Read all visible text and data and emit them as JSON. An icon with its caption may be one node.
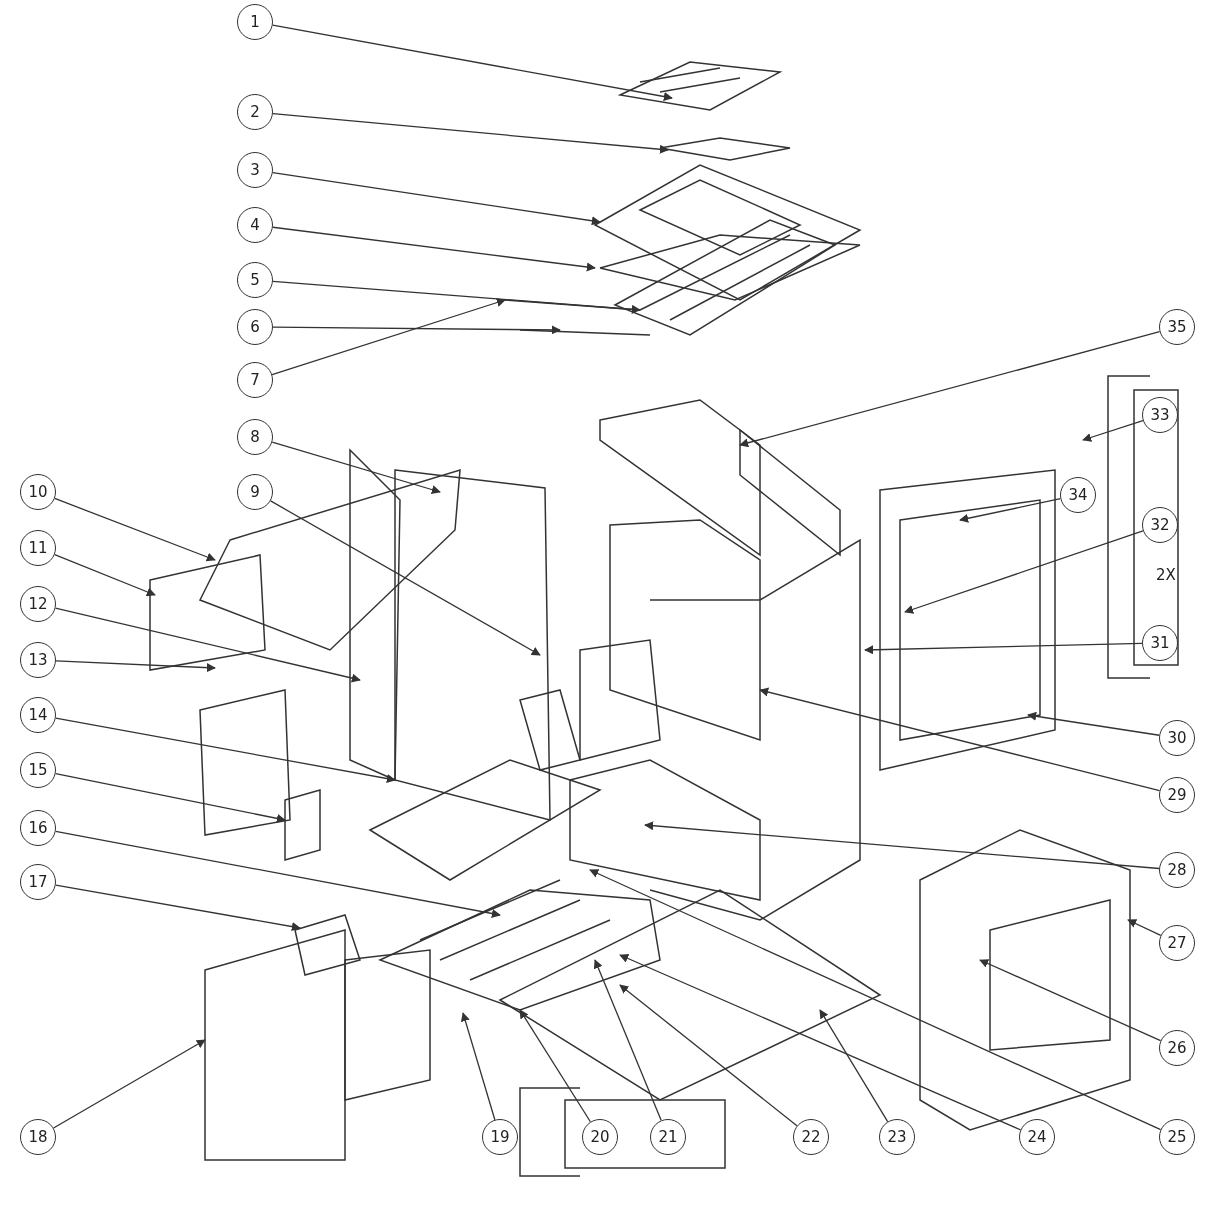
{
  "diagram": {
    "nodes": [
      {
        "text": [
          "1"
        ]
      },
      {
        "text": [
          "2"
        ]
      },
      {
        "text": [
          "3"
        ]
      },
      {
        "text": [
          "4"
        ]
      },
      {
        "text": [
          "5"
        ]
      },
      {
        "text": [
          "6"
        ]
      },
      {
        "text": [
          "7"
        ]
      },
      {
        "text": [
          "8"
        ]
      },
      {
        "text": [
          "9"
        ]
      },
      {
        "text": [
          "10"
        ]
      },
      {
        "text": [
          "11"
        ]
      },
      {
        "text": [
          "12"
        ]
      },
      {
        "text": [
          "13"
        ]
      },
      {
        "text": [
          "14"
        ]
      },
      {
        "text": [
          "15"
        ]
      },
      {
        "text": [
          "16"
        ]
      },
      {
        "text": [
          "17"
        ]
      },
      {
        "text": [
          "18"
        ]
      },
      {
        "text": [
          "19"
        ]
      },
      {
        "text": [
          "20"
        ]
      },
      {
        "text": [
          "21"
        ]
      },
      {
        "text": [
          "22"
        ]
      },
      {
        "text": [
          "23"
        ]
      },
      {
        "text": [
          "24"
        ]
      },
      {
        "text": [
          "25"
        ]
      },
      {
        "text": [
          "26"
        ]
      },
      {
        "text": [
          "27"
        ]
      },
      {
        "text": [
          "28"
        ]
      },
      {
        "text": [
          "29"
        ]
      },
      {
        "text": [
          "30"
        ]
      },
      {
        "text": [
          "31"
        ]
      },
      {
        "text": [
          "32"
        ]
      },
      {
        "text": [
          "33"
        ]
      },
      {
        "text": [
          "34"
        ]
      },
      {
        "text": [
          "35"
        ]
      }
    ],
    "edges": [
      {
        "from": 0,
        "to": null,
        "arrow": "to"
      },
      {
        "from": 1,
        "to": null,
        "arrow": "to"
      },
      {
        "from": 2,
        "to": null,
        "arrow": "to"
      },
      {
        "from": 3,
        "to": null,
        "arrow": "to"
      },
      {
        "from": 4,
        "to": null,
        "arrow": "to"
      },
      {
        "from": 5,
        "to": null,
        "arrow": "to"
      },
      {
        "from": 6,
        "to": null,
        "arrow": "to"
      },
      {
        "from": 7,
        "to": null,
        "arrow": "to"
      },
      {
        "from": 8,
        "to": null,
        "arrow": "to"
      },
      {
        "from": 9,
        "to": null,
        "arrow": "to"
      },
      {
        "from": 10,
        "to": null,
        "arrow": "to"
      },
      {
        "from": 11,
        "to": null,
        "arrow": "to"
      },
      {
        "from": 12,
        "to": null,
        "arrow": "to"
      },
      {
        "from": 13,
        "to": null,
        "arrow": "to"
      },
      {
        "from": 14,
        "to": null,
        "arrow": "to"
      },
      {
        "from": 15,
        "to": null,
        "arrow": "to"
      },
      {
        "from": 16,
        "to": null,
        "arrow": "to"
      },
      {
        "from": 17,
        "to": null,
        "arrow": "to"
      },
      {
        "from": 18,
        "to": null,
        "arrow": "to"
      },
      {
        "from": 19,
        "to": null,
        "arrow": "to"
      },
      {
        "from": 20,
        "to": null,
        "arrow": "to"
      },
      {
        "from": 21,
        "to": null,
        "arrow": "to"
      },
      {
        "from": 22,
        "to": null,
        "arrow": "to"
      },
      {
        "from": 23,
        "to": null,
        "arrow": "to"
      },
      {
        "from": 24,
        "to": null,
        "arrow": "to"
      },
      {
        "from": 25,
        "to": null,
        "arrow": "to"
      },
      {
        "from": 26,
        "to": null,
        "arrow": "to"
      },
      {
        "from": 27,
        "to": null,
        "arrow": "to"
      },
      {
        "from": 28,
        "to": null,
        "arrow": "to"
      },
      {
        "from": 29,
        "to": null,
        "arrow": "to"
      },
      {
        "from": 30,
        "to": null,
        "arrow": "to"
      },
      {
        "from": 31,
        "to": null,
        "arrow": "to"
      },
      {
        "from": 32,
        "to": null,
        "arrow": "to"
      },
      {
        "from": 33,
        "to": null,
        "arrow": "to"
      },
      {
        "from": 34,
        "to": null,
        "arrow": "to"
      }
    ],
    "labels": [
      "2X"
    ]
  }
}
